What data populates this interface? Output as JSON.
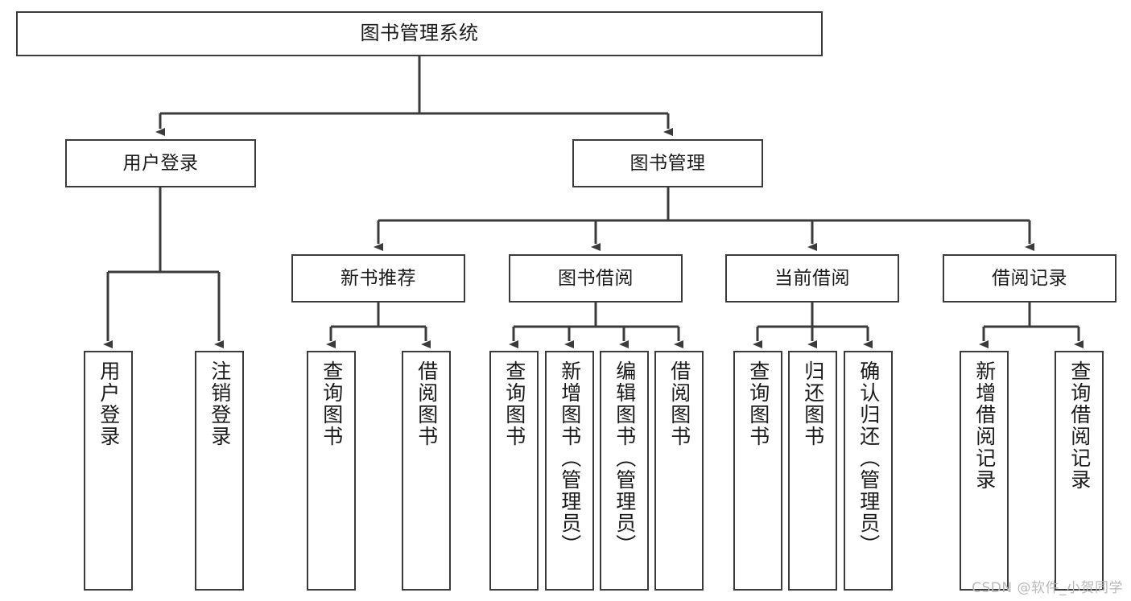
{
  "diagram": {
    "title": "图书管理系统",
    "type": "hierarchy-tree",
    "stroke_color": "#3b3b3b",
    "fill_color": "#ffffff",
    "text_color": "#1a1a1a",
    "levels": 4,
    "nodes": {
      "root": {
        "label": "图书管理系统"
      },
      "level2": [
        {
          "label": "用户登录"
        },
        {
          "label": "图书管理"
        }
      ],
      "level3": [
        {
          "label": "新书推荐"
        },
        {
          "label": "图书借阅"
        },
        {
          "label": "当前借阅"
        },
        {
          "label": "借阅记录"
        }
      ],
      "leaves_user_login": [
        {
          "label": "用户登录"
        },
        {
          "label": "注销登录"
        }
      ],
      "leaves_new_book": [
        {
          "label": "查询图书"
        },
        {
          "label": "借阅图书"
        }
      ],
      "leaves_borrow": [
        {
          "label": "查询图书"
        },
        {
          "label": "新增图书（管理员）"
        },
        {
          "label": "编辑图书（管理员）"
        },
        {
          "label": "借阅图书"
        }
      ],
      "leaves_current": [
        {
          "label": "查询图书"
        },
        {
          "label": "归还图书"
        },
        {
          "label": "确认归还（管理员）"
        }
      ],
      "leaves_records": [
        {
          "label": "新增借阅记录"
        },
        {
          "label": "查询借阅记录"
        }
      ]
    }
  },
  "watermark": {
    "text": "CSDN @软件_小贺同学"
  }
}
